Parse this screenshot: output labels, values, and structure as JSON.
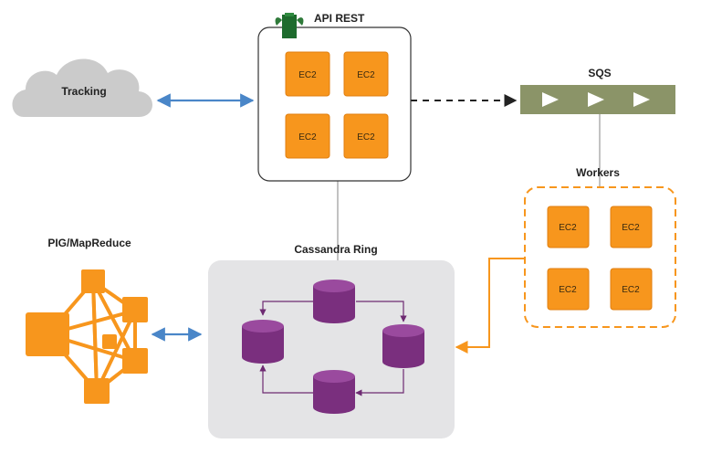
{
  "labels": {
    "api_rest": "API REST",
    "tracking": "Tracking",
    "sqs": "SQS",
    "workers": "Workers",
    "pig": "PIG/MapReduce",
    "cassandra": "Cassandra Ring"
  },
  "ec2_label": "EC2",
  "colors": {
    "ec2_fill": "#F7961D",
    "ec2_stroke": "#E07F10",
    "cloud": "#CBCBCB",
    "arrow_blue": "#4A86C8",
    "sqs_bar": "#8B9468",
    "cassandra_bg": "#E4E4E6",
    "db_purple": "#7A2F7E",
    "workers_border": "#F7961D",
    "pig_orange": "#F7961D",
    "connector_gray": "#999999",
    "dashed_arrow": "#222222"
  },
  "icons": {
    "api_badge": "elastic-beanstalk-icon",
    "sqs_queue": "queue-arrows-icon",
    "cluster": "hadoop-cluster-icon",
    "database": "database-cylinder-icon",
    "cloud": "cloud-icon"
  }
}
